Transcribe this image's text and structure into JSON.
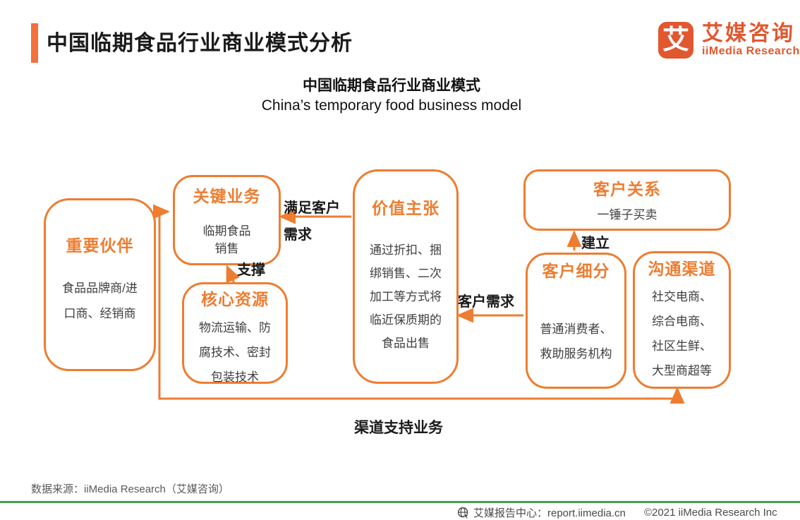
{
  "page": {
    "title": "中国临期食品行业商业模式分析",
    "subtitle_cn": "中国临期食品行业商业模式",
    "subtitle_en": "China’s temporary food business model"
  },
  "logo": {
    "glyph": "艾",
    "name_cn": "艾媒咨询",
    "name_en": "iiMedia Research"
  },
  "colors": {
    "box_orange": "#ED7D31",
    "accent_orange": "#F4713C",
    "logo_orange": "#E1572F",
    "body_gray": "#3F3F3F",
    "footer_green": "#44A04F",
    "footer_gray": "#595959"
  },
  "diagram": {
    "boxes": [
      {
        "id": "partners",
        "title": "重要伙伴",
        "lines": [
          "食品品牌商/进",
          "口商、经销商"
        ]
      },
      {
        "id": "key-business",
        "title": "关键业务",
        "lines": [
          "临期食品",
          "销售"
        ]
      },
      {
        "id": "core-resources",
        "title": "核心资源",
        "lines": [
          "物流运输、防",
          "腐技术、密封",
          "包装技术"
        ]
      },
      {
        "id": "value-proposition",
        "title": "价值主张",
        "lines": [
          "通过折扣、捆",
          "绑销售、二次",
          "加工等方式将",
          "临近保质期的",
          "食品出售"
        ]
      },
      {
        "id": "customer-relations",
        "title": "客户关系",
        "lines": [
          "一锤子买卖"
        ]
      },
      {
        "id": "customer-segments",
        "title": "客户细分",
        "lines": [
          "普通消费者、",
          "救助服务机构"
        ]
      },
      {
        "id": "communication-channels",
        "title": "沟通渠道",
        "lines": [
          "社交电商、",
          "综合电商、",
          "社区生鲜、",
          "大型商超等"
        ]
      }
    ],
    "edge_labels": {
      "satisfy_line1": "满足客户",
      "satisfy_line2": "需求",
      "support": "支撑",
      "customer_demand": "客户需求",
      "establish": "建立",
      "channel_support": "渠道支持业务"
    }
  },
  "footer": {
    "source": "数据来源：iiMedia Research（艾媒咨询）",
    "report_center": "艾媒报告中心：report.iimedia.cn",
    "copyright": "©2021  iiMedia Research  Inc"
  }
}
